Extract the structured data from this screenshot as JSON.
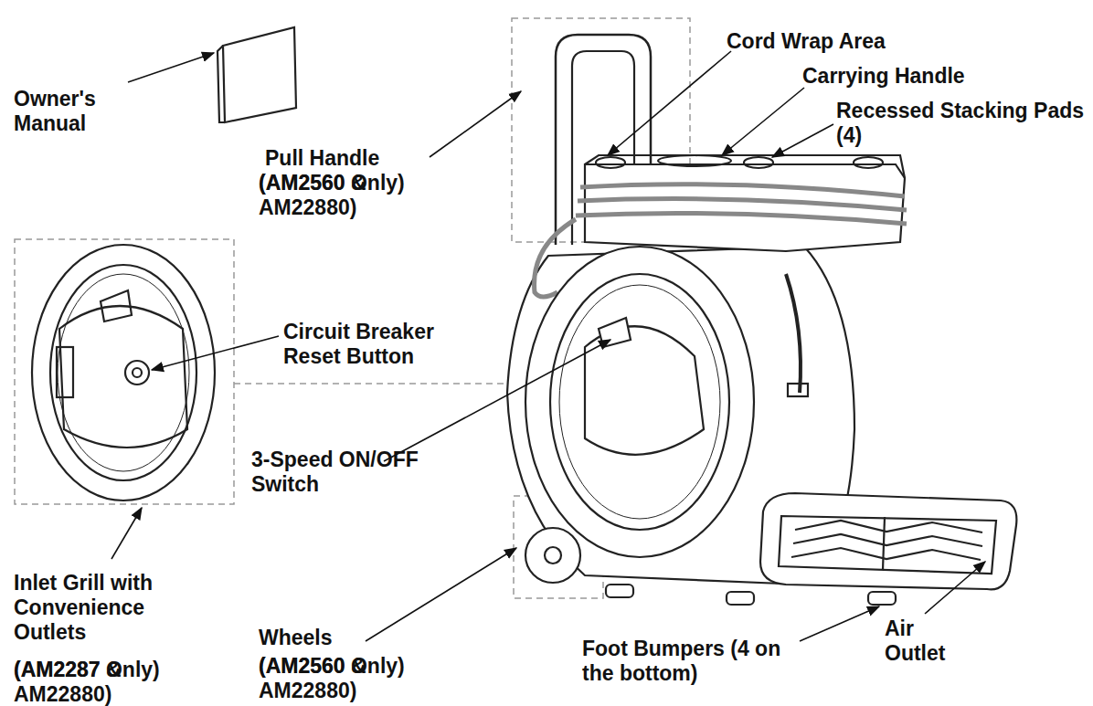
{
  "diagram": {
    "labels": [
      "Owner's Manual",
      "Pull Handle",
      "(AM2560 Only)",
      "(AM2560 & AM22880)",
      "Cord Wrap Area",
      "Carrying Handle",
      "Recessed Stacking Pads (4)",
      "Circuit Breaker Reset Button",
      "3-Speed ON/OFF Switch",
      "Inlet Grill with Convenience Outlets",
      "(AM2287 Only)",
      "(AM2287 & AM22880)",
      "Wheels",
      "(AM2560 Only)",
      "(AM2560 & AM22880)",
      "Foot Bumpers (4 on the bottom)",
      "Air Outlet"
    ]
  }
}
